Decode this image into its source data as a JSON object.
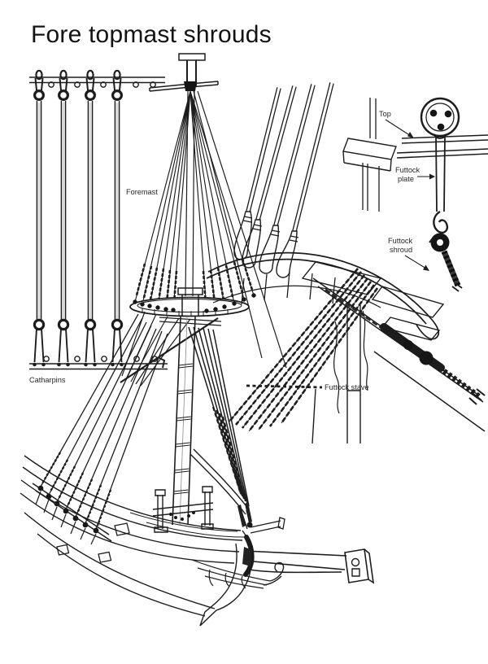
{
  "title": "Fore topmast shrouds",
  "labels": {
    "foremast": "Foremast",
    "catharpins": "Catharpins",
    "top": "Top",
    "futtock_plate": [
      "Futtock",
      "plate"
    ],
    "futtock_shroud": [
      "Futtock",
      "shroud"
    ],
    "futtock_stave": "Futtock stave"
  },
  "colors": {
    "ink": "#1d1d1d",
    "paper": "#ffffff"
  }
}
